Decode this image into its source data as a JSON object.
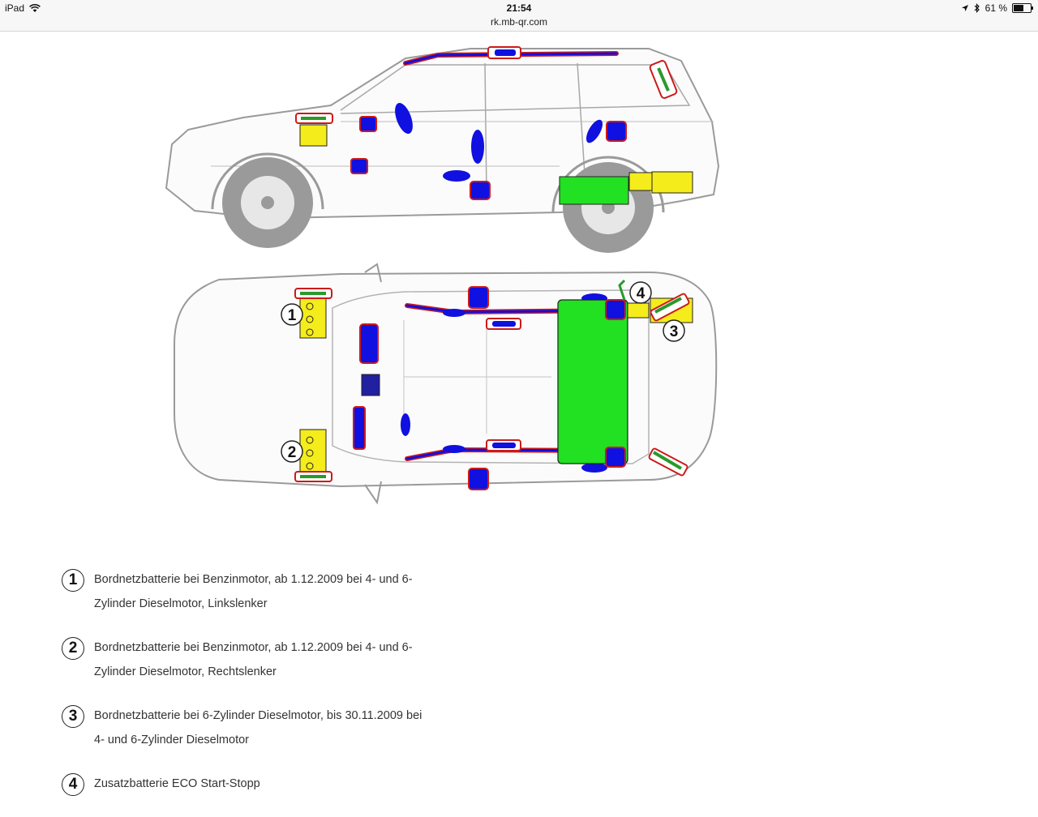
{
  "status_bar": {
    "device": "iPad",
    "time": "21:54",
    "battery_pct": "61 %",
    "battery_level": 0.61
  },
  "url_bar": {
    "url": "rk.mb-qr.com"
  },
  "diagram": {
    "markers": [
      "1",
      "2",
      "3",
      "4"
    ]
  },
  "legend": [
    {
      "num": "1",
      "text": "Bordnetzbatterie bei Benzinmotor, ab 1.12.2009 bei 4- und 6-Zylinder Dieselmotor, Linkslenker"
    },
    {
      "num": "2",
      "text": "Bordnetzbatterie bei Benzinmotor, ab 1.12.2009 bei 4- und 6-Zylinder Dieselmotor, Rechtslenker"
    },
    {
      "num": "3",
      "text": "Bordnetzbatterie bei 6-Zylinder Dieselmotor, bis 30.11.2009 bei 4- und 6-Zylinder Dieselmotor"
    },
    {
      "num": "4",
      "text": "Zusatzbatterie ECO Start-Stopp"
    }
  ],
  "colors": {
    "airbag": "#1010e0",
    "outline_red": "#cc1a1a",
    "battery_yellow": "#f5ec1c",
    "tank_green": "#22e022",
    "car_gray": "#9a9a9a"
  }
}
